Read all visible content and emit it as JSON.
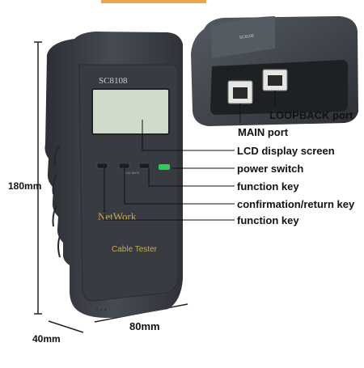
{
  "device": {
    "model": "SC8108",
    "brand_text": "NetWork",
    "product_text": "Cable Tester",
    "button_strip_text": "CAL BACK"
  },
  "connector": {
    "label_text": "SC8108"
  },
  "callouts": {
    "loopback_port": "LOOPBACK port",
    "main_port": "MAIN port",
    "lcd": "LCD display screen",
    "power": "power switch",
    "function_key_1": "function key",
    "confirm_return": "confirmation/return key",
    "function_key_2": "function key"
  },
  "dimensions": {
    "height": "180mm",
    "width": "80mm",
    "depth": "40mm"
  },
  "colors": {
    "body": "#3a3e44",
    "lcd": "#cfdccb",
    "brand_text": "#c7a94a",
    "power_led": "#2ecc5a"
  }
}
